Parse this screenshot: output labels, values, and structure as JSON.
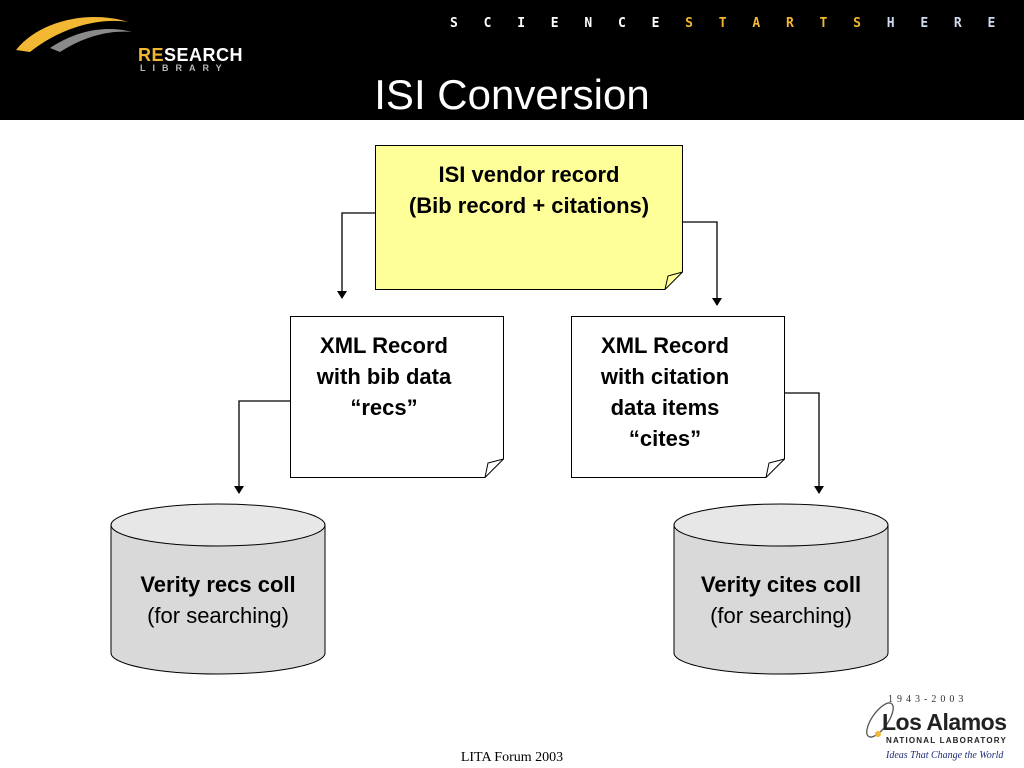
{
  "header": {
    "logo": {
      "re": "RE",
      "search": "SEARCH",
      "library": "LIBRARY"
    },
    "tagline": {
      "science": [
        "S",
        "C",
        "I",
        "E",
        "N",
        "C",
        "E"
      ],
      "starts": [
        "S",
        "T",
        "A",
        "R",
        "T",
        "S"
      ],
      "here": [
        "H",
        "E",
        "R",
        "E"
      ]
    },
    "title": "ISI Conversion"
  },
  "diagram": {
    "vendor_record": {
      "line1": "ISI vendor record",
      "line2": "(Bib record + citations)"
    },
    "xml_recs": {
      "line1": "XML Record",
      "line2": "with bib data",
      "line3": "“recs”"
    },
    "xml_cites": {
      "line1": "XML Record",
      "line2": "with citation",
      "line3": "data items",
      "line4": "“cites”"
    },
    "verity_recs": {
      "title": "Verity recs coll",
      "sub": "(for searching)"
    },
    "verity_cites": {
      "title": "Verity cites coll",
      "sub": "(for searching)"
    }
  },
  "colors": {
    "header_bg": "#000000",
    "accent_gold": "#f2b733",
    "note_yellow": "#ffff99",
    "cylinder_gray": "#d9d9d9"
  },
  "footer": {
    "text": "LITA Forum 2003",
    "lanl": {
      "years": "1943-2003",
      "name": "Los Alamos",
      "sub": "NATIONAL LABORATORY",
      "tagline": "Ideas That Change the World"
    }
  }
}
